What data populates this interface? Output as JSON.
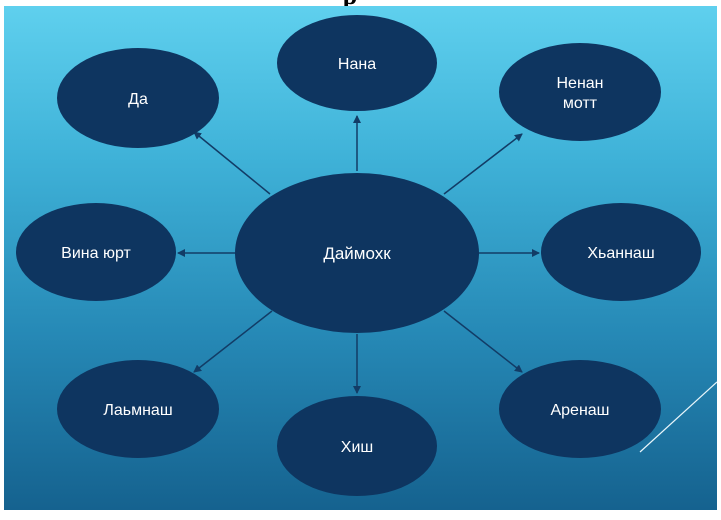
{
  "heading_fragment": "р",
  "center": {
    "label": "Даймохк"
  },
  "nodes": [
    {
      "id": "nana",
      "lines": [
        "Нана"
      ]
    },
    {
      "id": "nenan-mott",
      "lines": [
        "Ненан",
        "мотт"
      ]
    },
    {
      "id": "hyannash",
      "lines": [
        "Хьаннаш"
      ]
    },
    {
      "id": "arenash",
      "lines": [
        "Аренаш"
      ]
    },
    {
      "id": "hish",
      "lines": [
        "Хиш"
      ]
    },
    {
      "id": "lamnash",
      "lines": [
        "Лаьмнаш"
      ]
    },
    {
      "id": "vina-yurt",
      "lines": [
        "Вина юрт"
      ]
    },
    {
      "id": "da",
      "lines": [
        "Да"
      ]
    }
  ],
  "colors": {
    "node_fill": "#0e3560",
    "connector": "#123c66",
    "text": "#ffffff"
  }
}
